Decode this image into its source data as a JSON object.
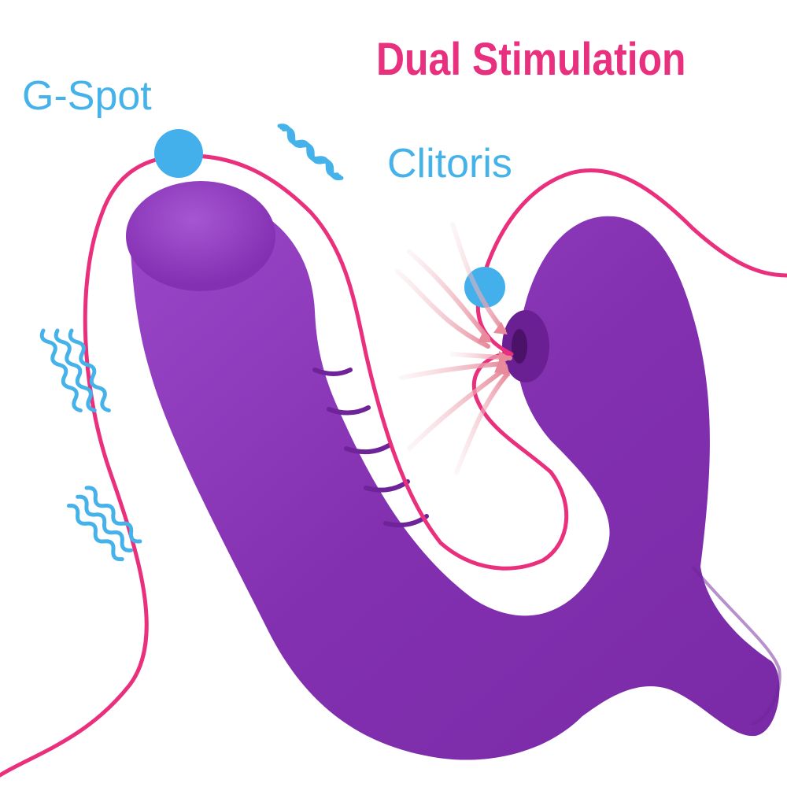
{
  "labels": {
    "title": "Dual Stimulation",
    "g_spot": "G-Spot",
    "clitoris": "Clitoris"
  },
  "colors": {
    "title": "#e8307e",
    "label": "#45b3ea",
    "outline": "#ea2f7c",
    "marker": "#43b0ec",
    "device": "#8a34b6",
    "vibration_waves": "#45b3ea",
    "suction_arrows": "#e8a0ae"
  },
  "icons": {
    "vibration": "wavy-lines-icon",
    "suction": "inward-arrows-icon",
    "marker": "dot-marker-icon"
  }
}
